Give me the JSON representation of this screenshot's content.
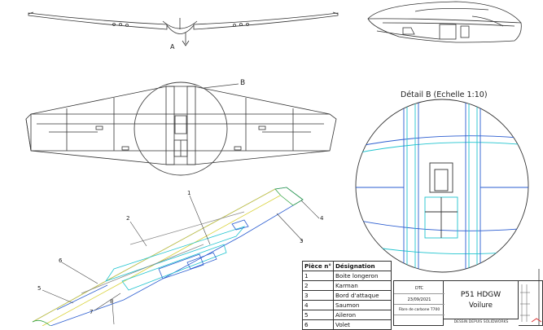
{
  "views": {
    "section_marker": "A",
    "detail_marker": "B",
    "detail_title": "Détail B (Echelle 1:10)"
  },
  "callouts": [
    "1",
    "2",
    "3",
    "4",
    "5",
    "6",
    "7",
    "8"
  ],
  "parts_table": {
    "headers": [
      "Pièce n°",
      "Désignation"
    ],
    "rows": [
      {
        "num": "1",
        "name": "Boite longeron"
      },
      {
        "num": "2",
        "name": "Karman"
      },
      {
        "num": "3",
        "name": "Bord d'attaque"
      },
      {
        "num": "4",
        "name": "Saumon"
      },
      {
        "num": "5",
        "name": "Aileron"
      },
      {
        "num": "6",
        "name": "Volet"
      }
    ]
  },
  "title_block": {
    "author": "DTC",
    "date": "23/09/2021",
    "material": "Fibre de carbone T700",
    "title": "P51 HDGW",
    "subtitle": "Voilure",
    "footer": "DESSIN DEPUIS SOLIDWORKS"
  },
  "colors": {
    "line": "#333333",
    "blue": "#2a5cd0",
    "cyan": "#21c4cf",
    "yellow": "#d9d23a",
    "green": "#3aa84a",
    "gray": "#8a8a8a"
  }
}
